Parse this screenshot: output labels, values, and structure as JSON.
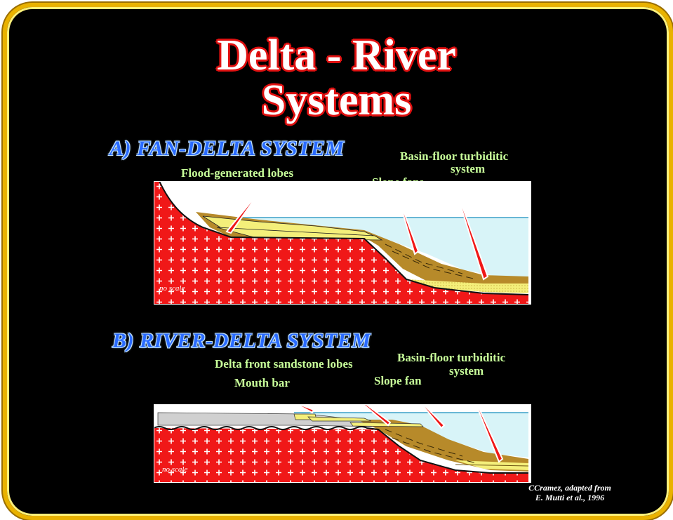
{
  "title": {
    "line1": "Delta - River",
    "line2": "Systems"
  },
  "panel_a": {
    "heading": "A) FAN-DELTA SYSTEM",
    "labels": {
      "flood_lobes": "Flood-generated lobes",
      "slope_fans": "Slope fans",
      "basin_floor_1": "Basin-floor turbiditic",
      "basin_floor_2": "system"
    },
    "no_scale": "no scale"
  },
  "panel_b": {
    "heading": "B) RIVER-DELTA SYSTEM",
    "labels": {
      "delta_front": "Delta front sandstone lobes",
      "mouth_bar": "Mouth bar",
      "slope_fan": "Slope fan",
      "basin_floor_1": "Basin-floor turbiditic",
      "basin_floor_2": "system"
    },
    "no_scale": "no scale"
  },
  "credit": {
    "line1": "CCramez, adapted from",
    "line2": "E. Mutti et al., 1996"
  },
  "colors": {
    "frame": "#e9b200",
    "background": "#000000",
    "basement": "#f01818",
    "water": "#d8f4f8",
    "slope_sediment": "#b78a2a",
    "sand": "#f4ef7a",
    "label_text": "#c8ff9a",
    "heading_text": "#2a6bff"
  }
}
